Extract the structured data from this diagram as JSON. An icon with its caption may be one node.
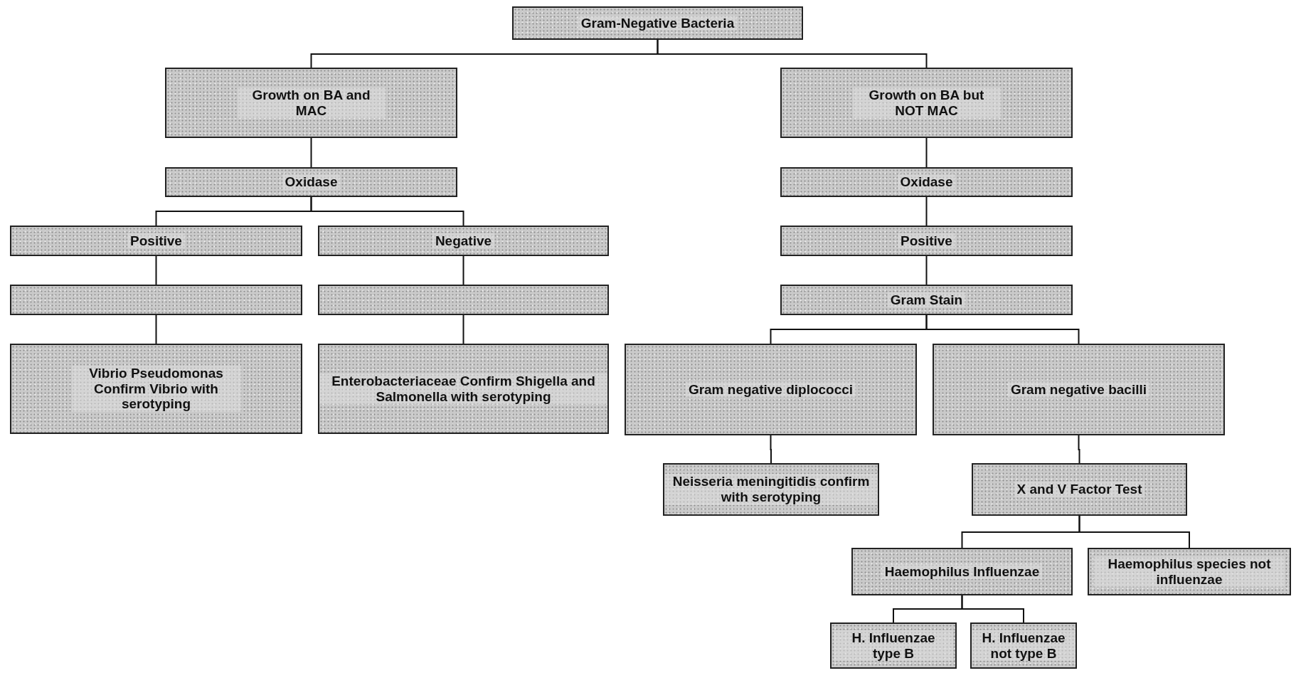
{
  "diagram": {
    "nodes": [
      {
        "text": [
          "Gram-Negative Bacteria"
        ]
      },
      {
        "text": [
          "Growth on BA and MAC"
        ]
      },
      {
        "text": [
          "Growth on BA but NOT MAC"
        ]
      },
      {
        "text": [
          "Oxidase"
        ]
      },
      {
        "text": [
          "Oxidase"
        ]
      },
      {
        "text": [
          "Positive"
        ]
      },
      {
        "text": [
          "Negative"
        ]
      },
      {
        "text": [
          "Positive"
        ]
      },
      {
        "text": [],
        "shape": "box"
      },
      {
        "text": [],
        "shape": "box"
      },
      {
        "text": [
          "Gram Stain"
        ]
      },
      {
        "text": [
          "Vibrio Pseudomonas Confirm Vibrio with serotyping"
        ]
      },
      {
        "text": [
          "Enterobacteriaceae Confirm Shigella and Salmonella with serotyping"
        ]
      },
      {
        "text": [
          "Gram negative diplococci"
        ]
      },
      {
        "text": [
          "Gram negative bacilli"
        ]
      },
      {
        "text": [
          "Neisseria meningitidis confirm with serotyping"
        ]
      },
      {
        "text": [
          "X and V Factor Test"
        ]
      },
      {
        "text": [
          "Haemophilus Influenzae"
        ]
      },
      {
        "text": [
          "Haemophilus species not influenzae"
        ]
      },
      {
        "text": [
          "H. Influenzae type B"
        ]
      },
      {
        "text": [
          "H. Influenzae not type B"
        ]
      }
    ],
    "edges": [
      {
        "from": 0,
        "to": 1,
        "arrow": "none"
      },
      {
        "from": 0,
        "to": 2,
        "arrow": "none"
      },
      {
        "from": 1,
        "to": 3,
        "arrow": "none"
      },
      {
        "from": 2,
        "to": 4,
        "arrow": "none"
      },
      {
        "from": 3,
        "to": 5,
        "arrow": "none"
      },
      {
        "from": 3,
        "to": 6,
        "arrow": "none"
      },
      {
        "from": 4,
        "to": 7,
        "arrow": "none"
      },
      {
        "from": 5,
        "to": 8,
        "arrow": "none"
      },
      {
        "from": 6,
        "to": 9,
        "arrow": "none"
      },
      {
        "from": 7,
        "to": 10,
        "arrow": "none"
      },
      {
        "from": 8,
        "to": 11,
        "arrow": "none"
      },
      {
        "from": 9,
        "to": 12,
        "arrow": "none"
      },
      {
        "from": 10,
        "to": 13,
        "arrow": "none"
      },
      {
        "from": 10,
        "to": 14,
        "arrow": "none"
      },
      {
        "from": 13,
        "to": 15,
        "arrow": "none"
      },
      {
        "from": 14,
        "to": 16,
        "arrow": "none"
      },
      {
        "from": 16,
        "to": 17,
        "arrow": "none"
      },
      {
        "from": 16,
        "to": 18,
        "arrow": "none"
      },
      {
        "from": 17,
        "to": 19,
        "arrow": "none"
      },
      {
        "from": 17,
        "to": 20,
        "arrow": "none"
      }
    ]
  }
}
